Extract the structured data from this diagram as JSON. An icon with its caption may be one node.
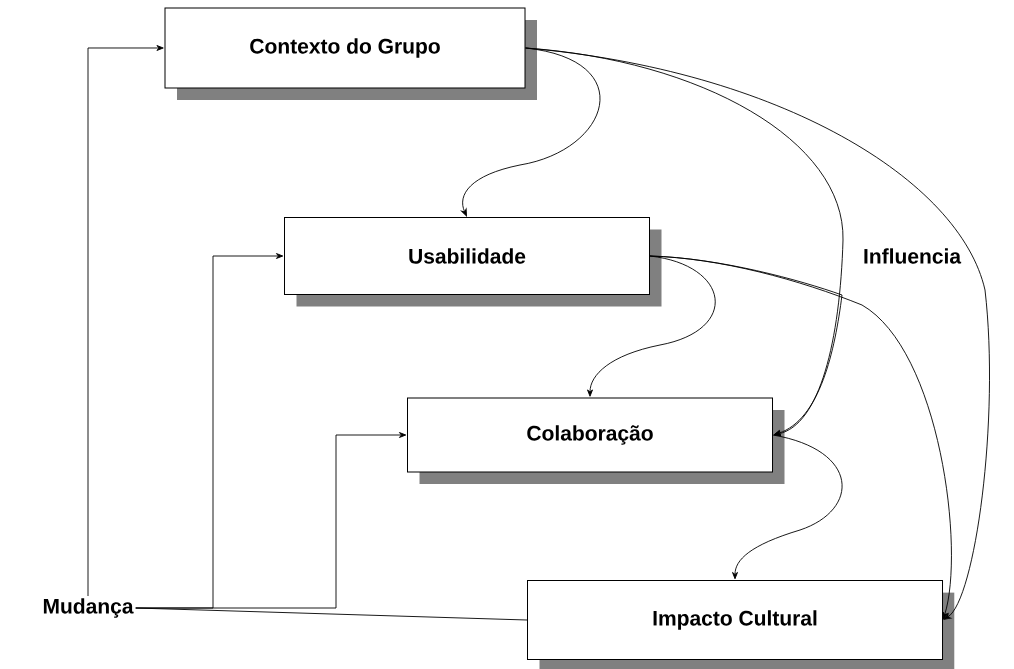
{
  "diagram": {
    "nodes": [
      {
        "text": [
          "Contexto do Grupo"
        ]
      },
      {
        "text": [
          "Usabilidade"
        ]
      },
      {
        "text": [
          "Colaboração"
        ]
      },
      {
        "text": [
          "Impacto Cultural"
        ]
      },
      {
        "text": [
          "Mudança"
        ]
      }
    ],
    "edges": [
      {
        "from": 4,
        "to": 0,
        "arrow": "to"
      },
      {
        "from": 4,
        "to": 1,
        "arrow": "to"
      },
      {
        "from": 4,
        "to": 2,
        "arrow": "to"
      },
      {
        "from": 4,
        "to": 3,
        "arrow": "none"
      },
      {
        "from": 0,
        "to": 1,
        "arrow": "to"
      },
      {
        "from": 1,
        "to": 2,
        "arrow": "to"
      },
      {
        "from": 2,
        "to": 3,
        "arrow": "to"
      },
      {
        "from": 0,
        "to": 2,
        "arrow": "to"
      },
      {
        "from": 0,
        "to": 3,
        "arrow": "to"
      },
      {
        "from": 1,
        "to": 2,
        "arrow": "to"
      },
      {
        "from": 1,
        "to": 3,
        "arrow": "to"
      }
    ],
    "labels": [
      "Influencia"
    ]
  }
}
